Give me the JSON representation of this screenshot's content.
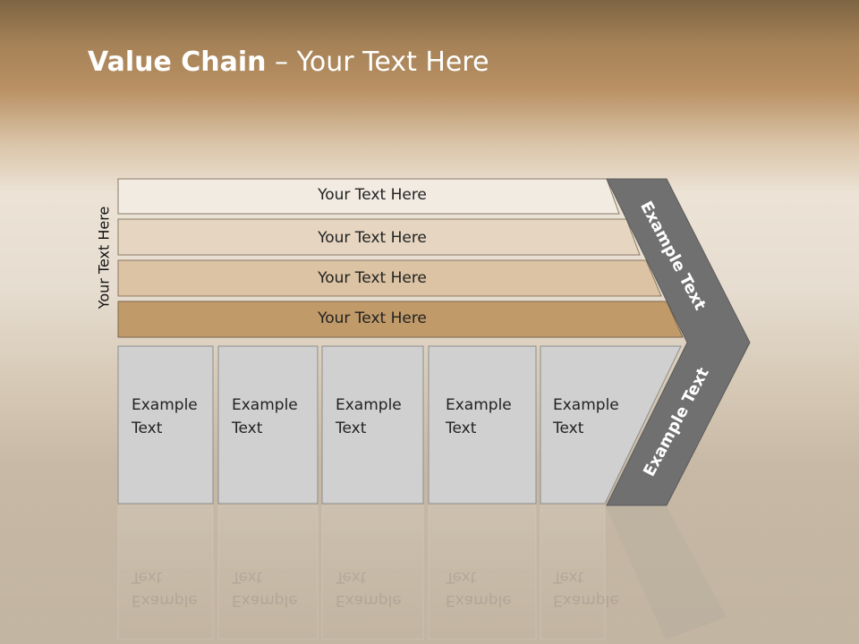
{
  "title": {
    "bold": "Value Chain",
    "rest": " – Your Text Here"
  },
  "side_label": "Your Text Here",
  "bars": [
    {
      "label": "Your Text Here",
      "color": "#f1ebe2"
    },
    {
      "label": "Your Text Here",
      "color": "#e6d6c1"
    },
    {
      "label": "Your Text Here",
      "color": "#dbc3a3"
    },
    {
      "label": "Your Text Here",
      "color": "#c19a69"
    }
  ],
  "boxes": [
    {
      "line1": "Example",
      "line2": "Text"
    },
    {
      "line1": "Example",
      "line2": "Text"
    },
    {
      "line1": "Example",
      "line2": "Text"
    },
    {
      "line1": "Example",
      "line2": "Text"
    },
    {
      "line1": "Example",
      "line2": "Text"
    }
  ],
  "chevron": {
    "upper_label": "Example Text",
    "lower_label": "Example Text",
    "color": "#707070"
  }
}
